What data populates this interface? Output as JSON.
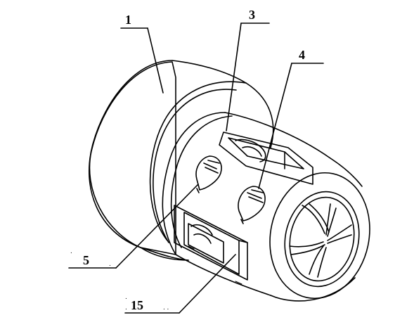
{
  "callouts": [
    {
      "id": "part-1",
      "label": "1"
    },
    {
      "id": "part-3",
      "label": "3"
    },
    {
      "id": "part-4",
      "label": "4"
    },
    {
      "id": "part-5",
      "label": "5"
    },
    {
      "id": "part-15",
      "label": "15"
    }
  ]
}
